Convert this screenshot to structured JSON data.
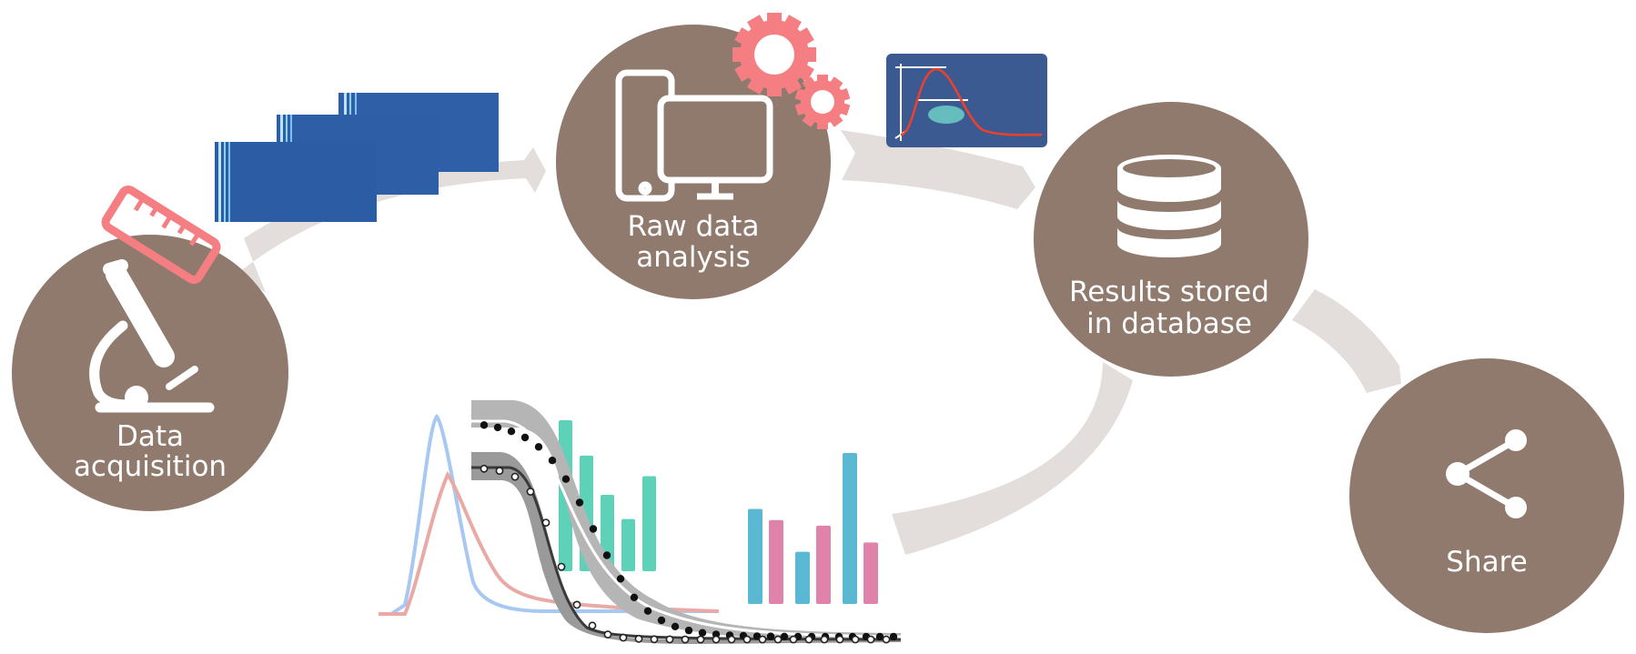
{
  "colors": {
    "node": "#8f7a6d",
    "arrow": "#e3dddb",
    "accent": "#f47e82",
    "spectrum": "#2f5fa6",
    "teal": "#5ed1b9",
    "blue": "#5ab8d3",
    "pink": "#e083ab",
    "curve_blue": "#a8c8f2",
    "curve_red": "#e9aaa6"
  },
  "nodes": [
    {
      "id": "acquisition",
      "icon": "microscope-icon",
      "lines": [
        "Data",
        "acquisition"
      ]
    },
    {
      "id": "analysis",
      "icon": "devices-icon",
      "lines": [
        "Raw data",
        "analysis"
      ]
    },
    {
      "id": "database",
      "icon": "database-icon",
      "lines": [
        "Results stored",
        "in database"
      ]
    },
    {
      "id": "share",
      "icon": "share-icon",
      "lines": [
        "Share"
      ]
    }
  ],
  "bars_teal": [
    0.81,
    0.62,
    0.41,
    0.28,
    0.51
  ],
  "bars_pair": [
    {
      "blue": 0.51,
      "pink": 0.45
    },
    {
      "blue": 0.28,
      "pink": 0.42
    },
    {
      "blue": 0.81,
      "pink": 0.33
    }
  ]
}
